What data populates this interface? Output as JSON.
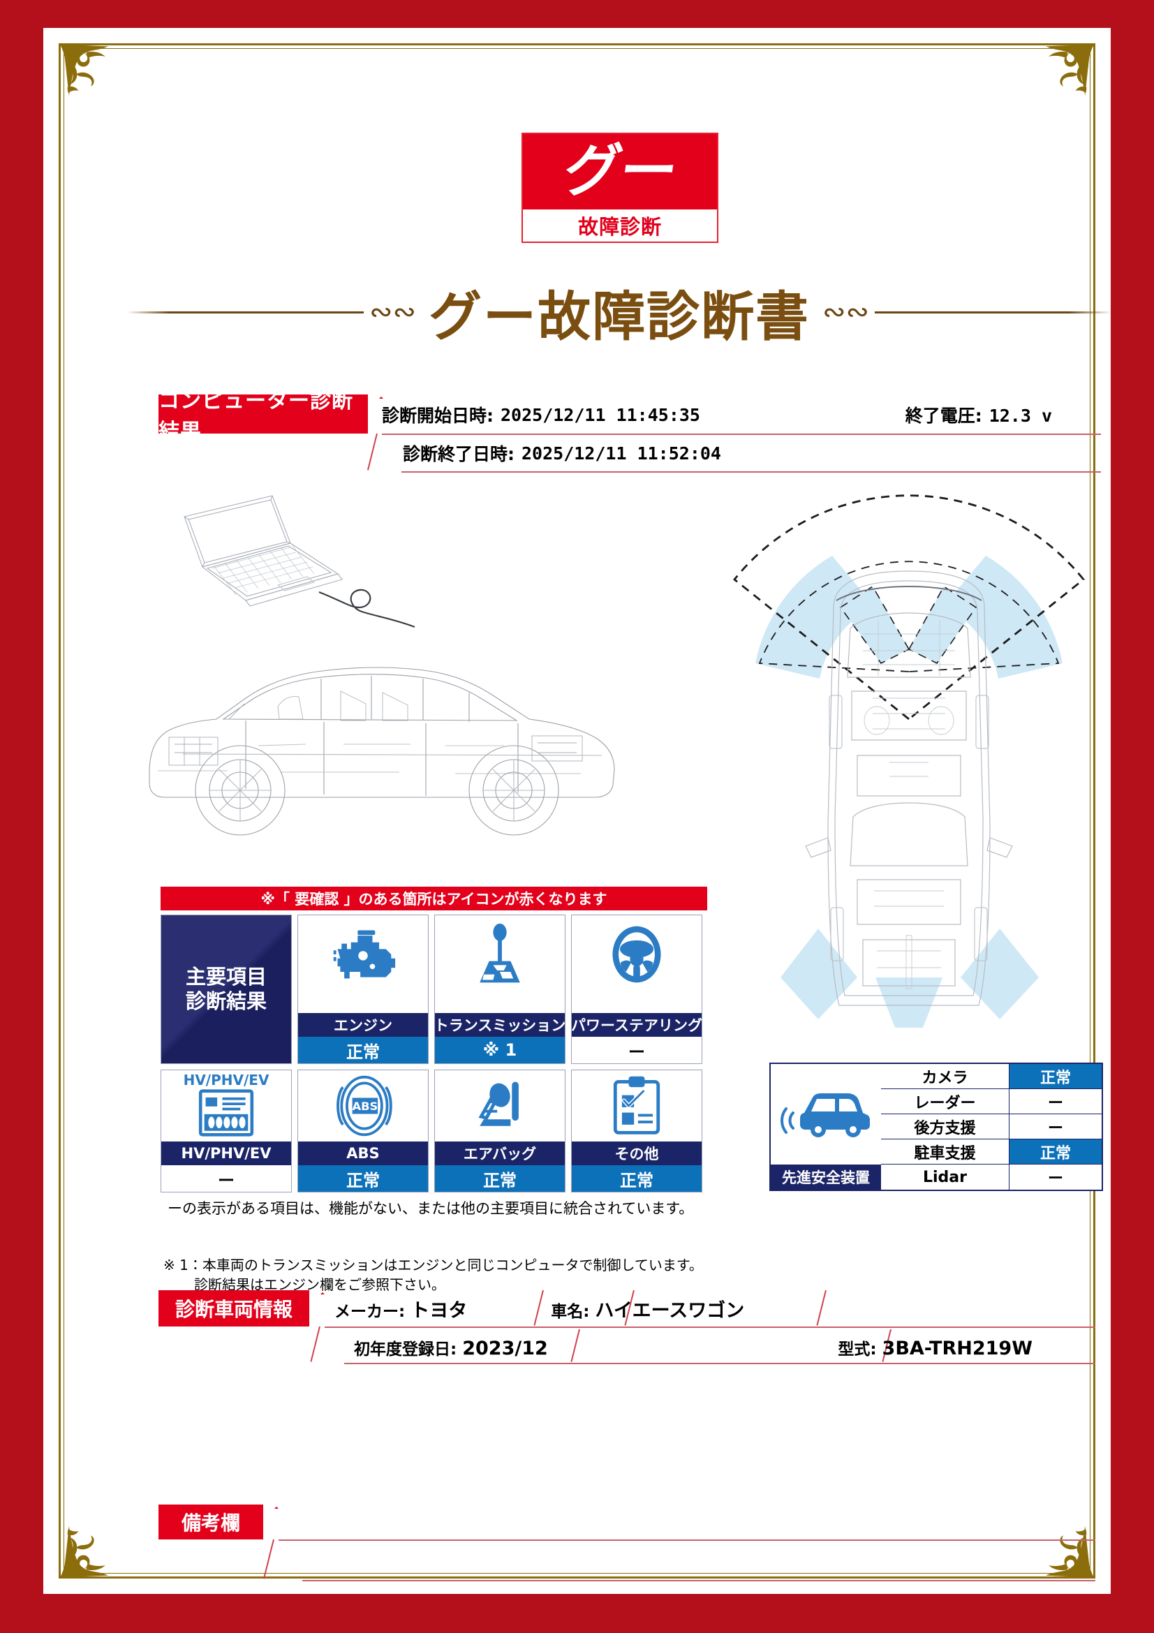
{
  "logo": {
    "mark": "グー",
    "caption": "故障診断"
  },
  "title": "グー故障診断書",
  "computer_diagnosis": {
    "banner": "コンピューター診断結果",
    "start_label": "診断開始日時:",
    "start_value": "2025/12/11 11:45:35",
    "end_label": "診断終了日時:",
    "end_value": "2025/12/11 11:52:04",
    "voltage_label": "終了電圧:",
    "voltage_value": "12.3 v"
  },
  "main_items": {
    "note": "※「 要確認 」のある箇所はアイコンが赤くなります",
    "panel_title_line1": "主要項目",
    "panel_title_line2": "診断結果",
    "hv_badge": "HV/PHV/EV",
    "items": [
      {
        "icon": "engine-icon",
        "name": "エンジン",
        "status": "正常",
        "state": "ok"
      },
      {
        "icon": "transmission-icon",
        "name": "トランスミッション",
        "status": "※ 1",
        "state": "ok"
      },
      {
        "icon": "power-steering-icon",
        "name": "パワーステアリング",
        "status": "ー",
        "state": "none"
      },
      {
        "icon": "hv-battery-icon",
        "name": "HV/PHV/EV",
        "status": "ー",
        "state": "none"
      },
      {
        "icon": "abs-icon",
        "name": "ABS",
        "status": "正常",
        "state": "ok"
      },
      {
        "icon": "airbag-icon",
        "name": "エアバッグ",
        "status": "正常",
        "state": "ok"
      },
      {
        "icon": "other-checklist-icon",
        "name": "その他",
        "status": "正常",
        "state": "ok"
      }
    ],
    "dash_note": "ーの表示がある項目は、機能がない、または他の主要項目に統合されています。"
  },
  "safety_device": {
    "label": "先進安全装置",
    "rows": [
      {
        "name": "カメラ",
        "status": "正常",
        "state": "ok"
      },
      {
        "name": "レーダー",
        "status": "ー",
        "state": "none"
      },
      {
        "name": "後方支援",
        "status": "ー",
        "state": "none"
      },
      {
        "name": "駐車支援",
        "status": "正常",
        "state": "ok"
      },
      {
        "name": "Lidar",
        "status": "ー",
        "state": "none"
      }
    ]
  },
  "footnote": {
    "line1": "※ 1：本車両のトランスミッションはエンジンと同じコンピュータで制御しています。",
    "line2": "診断結果はエンジン欄をご参照下さい。"
  },
  "vehicle_info": {
    "banner": "診断車両情報",
    "maker_label": "メーカー:",
    "maker_value": "トヨタ",
    "model_name_label": "車名:",
    "model_name_value": "ハイエースワゴン",
    "first_reg_label": "初年度登録日:",
    "first_reg_value": "2023/12",
    "type_label": "型式:",
    "type_value": "3BA-TRH219W"
  },
  "remarks": {
    "banner": "備考欄",
    "content": ""
  },
  "colors": {
    "border_red": "#b3101c",
    "accent_red": "#e3001b",
    "gold": "#8c6d0c",
    "title_brown": "#7a4e10",
    "navy": "#1b2467",
    "status_blue": "#0d71b9",
    "sensor_blue": "#cfe8f5"
  }
}
